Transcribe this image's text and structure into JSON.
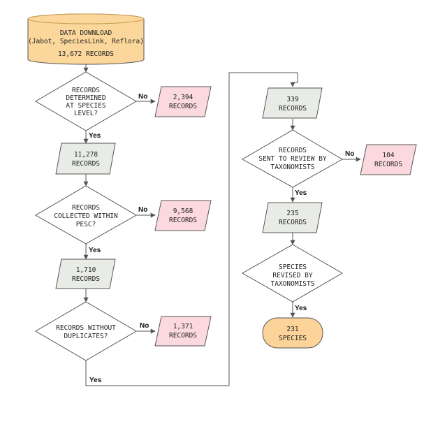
{
  "colors": {
    "start_fill": "#fbd79b",
    "start_stroke": "#c79a4c",
    "record_fill": "#e9ece6",
    "rejected_fill": "#fbd9de",
    "end_fill": "#fcd49a"
  },
  "start": {
    "line1": "DATA DOWNLOAD",
    "line2": "(Jabot, SpeciesLink, Reflora)",
    "line3": "13,672 RECORDS"
  },
  "decisions": {
    "d1": [
      "RECORDS",
      "DETERMINED",
      "AT SPECIES",
      "LEVEL?"
    ],
    "d2": [
      "RECORDS",
      "COLLECTED WITHIN",
      "PESC?"
    ],
    "d3": [
      "RECORDS WITHOUT",
      "DUPLICATES?"
    ],
    "d4": [
      "RECORDS",
      "SENT TO REVIEW BY",
      "TAXONOMISTS"
    ],
    "d5": [
      "SPECIES",
      "REVISED BY",
      "TAXONOMISTS"
    ]
  },
  "records": {
    "r1": [
      "11,278",
      "RECORDS"
    ],
    "r2": [
      "1,710",
      "RECORDS"
    ],
    "r3": [
      "339",
      "RECORDS"
    ],
    "r4": [
      "235",
      "RECORDS"
    ]
  },
  "rejected": {
    "x1": [
      "2,394",
      "RECORDS"
    ],
    "x2": [
      "9,568",
      "RECORDS"
    ],
    "x3": [
      "1,371",
      "RECORDS"
    ],
    "x4": [
      "104",
      "RECORDS"
    ]
  },
  "end": [
    "231",
    "SPECIES"
  ],
  "labels": {
    "yes": "Yes",
    "no": "No"
  }
}
